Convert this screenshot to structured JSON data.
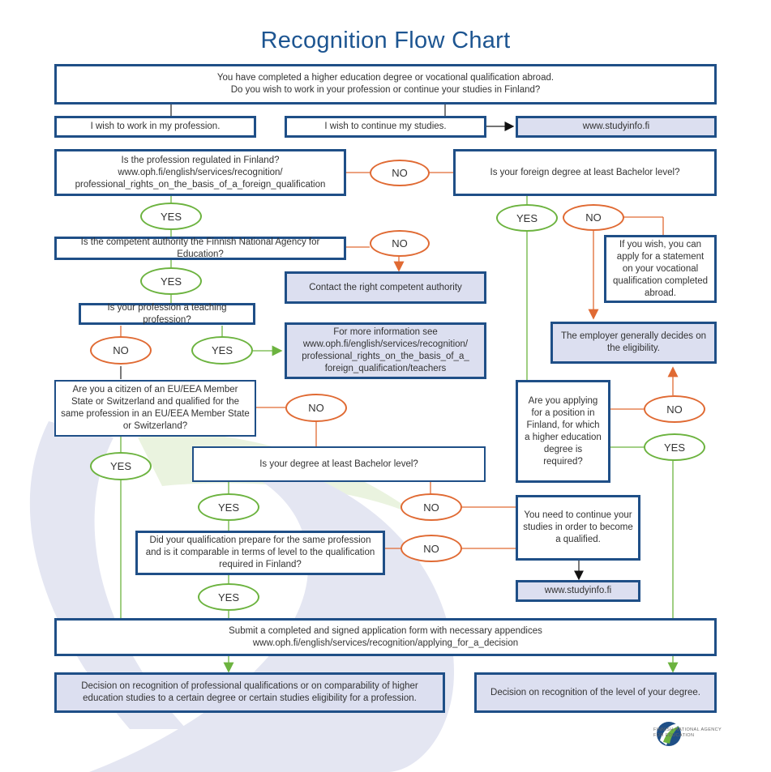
{
  "title": "Recognition Flow Chart",
  "boxes": {
    "intro_line1": "You have completed a higher education degree or vocational qualification abroad.",
    "intro_line2": "Do you wish to work in your profession or continue your studies in Finland?",
    "work": "I wish to work in my profession.",
    "study": "I wish to continue my studies.",
    "studyinfo_top": "www.studyinfo.fi",
    "regulated_line1": "Is the profession regulated in Finland?",
    "regulated_line2": "www.oph.fi/english/services/recognition/",
    "regulated_line3": "professional_rights_on_the_basis_of_a_foreign_qualification",
    "bachelor_foreign": "Is your foreign degree at least Bachelor level?",
    "competent": "Is the competent authority the Finnish National Agency for Education?",
    "contact": "Contact the right competent authority",
    "statement": "If you wish, you can apply for a statement on your vocational qualification completed abroad.",
    "teaching": "Is your profession a teaching profession?",
    "more_info_line1": "For more information see",
    "more_info_line2": "www.oph.fi/english/services/recognition/",
    "more_info_line3": "professional_rights_on_the_basis_of_a_",
    "more_info_line4": "foreign_qualification/teachers",
    "employer": "The employer generally decides on the eligibility.",
    "citizen": "Are you a citizen of an EU/EEA Member State or Switzerland and qualified for the same profession in an EU/EEA Member State or Switzerland?",
    "applying": "Are you applying for a position in Finland, for which a higher education degree is required?",
    "bachelor_degree": "Is your degree at least Bachelor level?",
    "continue_studies": "You need to continue your studies in order to become a qualified.",
    "prepare": "Did your qualification prepare for the same profession and is it comparable in terms of level to the qualification required in Finland?",
    "studyinfo_bottom": "www.studyinfo.fi",
    "submit_line1": "Submit a completed and signed application form with necessary appendices",
    "submit_line2": "www.oph.fi/english/services/recognition/applying_for_a_decision",
    "decision_left": "Decision on recognition of professional qualifications or on comparability of higher education studies to a certain degree or certain studies eligibility for a profession.",
    "decision_right": "Decision on recognition of the level of your degree."
  },
  "answers": {
    "yes": "YES",
    "no": "NO"
  },
  "logo": {
    "icon": "finnish-national-agency-logo",
    "text": "FINNISH NATIONAL AGENCY FOR EDUCATION"
  },
  "colors": {
    "box_border": "#1f4f87",
    "box_fill": "#dcdff0",
    "yes": "#6cb33f",
    "no": "#e06a33",
    "title": "#1d5591",
    "arrow": "#111111"
  }
}
